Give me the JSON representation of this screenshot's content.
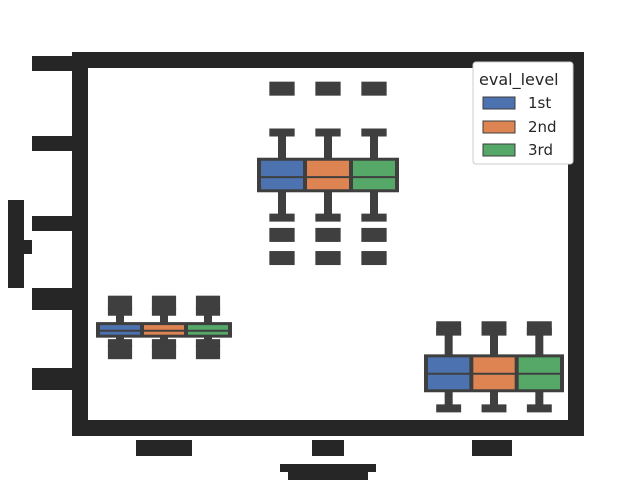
{
  "chart_data": {
    "type": "box",
    "title": "",
    "xlabel": "",
    "ylabel": "",
    "ylim": [
      0,
      1
    ],
    "grid": false,
    "categories": [
      "",
      "",
      ""
    ],
    "legend": {
      "title": "eval_level",
      "placement": "top-right"
    },
    "series": [
      {
        "name": "1st",
        "color": "#4c72b0",
        "boxes": [
          {
            "q1": 0.2396,
            "median": 0.2536,
            "q3": 0.2724,
            "whisker_low": 0.2185,
            "whisker_high": 0.3075,
            "fliers": [
              0.1927,
              0.3333
            ]
          },
          {
            "q1": 0.6526,
            "median": 0.6901,
            "q3": 0.7394,
            "whisker_low": 0.5751,
            "whisker_high": 0.8169,
            "fliers": [
              0.4601,
              0.5258,
              0.9413
            ]
          },
          {
            "q1": 0.0845,
            "median": 0.1315,
            "q3": 0.1808,
            "whisker_low": 0.0329,
            "whisker_high": 0.2512,
            "fliers": [
              0.2606
            ]
          }
        ]
      },
      {
        "name": "2nd",
        "color": "#dd8452",
        "boxes": [
          {
            "q1": 0.2396,
            "median": 0.2536,
            "q3": 0.2724,
            "whisker_low": 0.2185,
            "whisker_high": 0.3075,
            "fliers": [
              0.1927,
              0.3333
            ]
          },
          {
            "q1": 0.6526,
            "median": 0.6901,
            "q3": 0.7394,
            "whisker_low": 0.5751,
            "whisker_high": 0.8169,
            "fliers": [
              0.4601,
              0.5258,
              0.9413
            ]
          },
          {
            "q1": 0.0845,
            "median": 0.1315,
            "q3": 0.1808,
            "whisker_low": 0.0329,
            "whisker_high": 0.2512,
            "fliers": [
              0.2606
            ]
          }
        ]
      },
      {
        "name": "3rd",
        "color": "#55a868",
        "boxes": [
          {
            "q1": 0.2396,
            "median": 0.2536,
            "q3": 0.2724,
            "whisker_low": 0.2185,
            "whisker_high": 0.3075,
            "fliers": [
              0.1927,
              0.3333
            ]
          },
          {
            "q1": 0.6526,
            "median": 0.6901,
            "q3": 0.7394,
            "whisker_low": 0.5751,
            "whisker_high": 0.8169,
            "fliers": [
              0.4601,
              0.5258,
              0.9413
            ]
          },
          {
            "q1": 0.0845,
            "median": 0.1315,
            "q3": 0.1808,
            "whisker_low": 0.0329,
            "whisker_high": 0.2512,
            "fliers": [
              0.2606
            ]
          }
        ]
      }
    ]
  }
}
